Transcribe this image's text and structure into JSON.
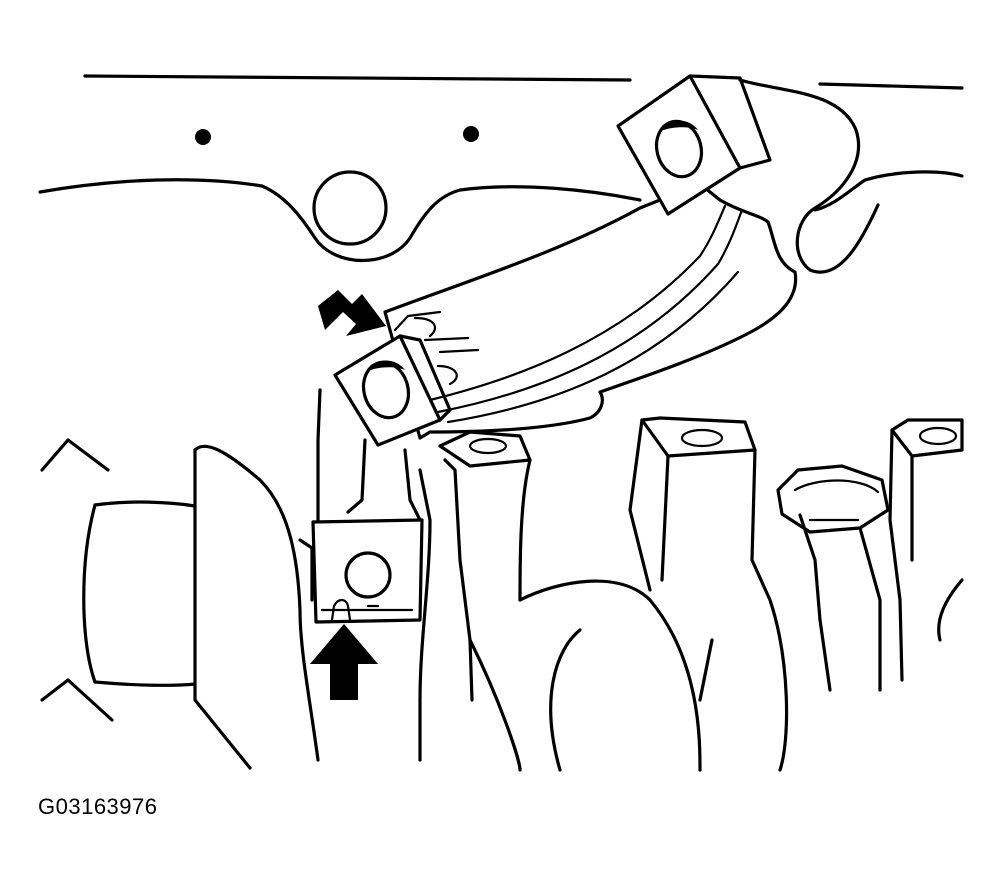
{
  "figure": {
    "code": "G03163976"
  },
  "icons": {
    "arrow_upper": "black-arrow-pointing-down-right",
    "arrow_lower": "black-arrow-pointing-up"
  }
}
